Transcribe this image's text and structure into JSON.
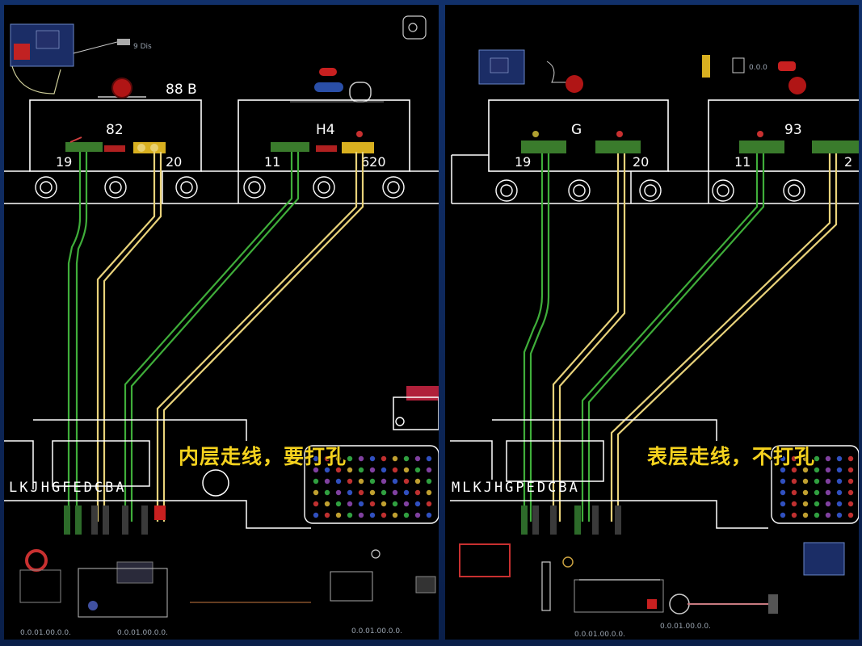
{
  "left_panel": {
    "caption": "内层走线，要打孔",
    "module_left": {
      "label": "82",
      "pin_start": "19",
      "pin_end": "20"
    },
    "module_right": {
      "label": "H4",
      "pin_start": "11",
      "pin_end": "620"
    },
    "top_label": "88 B",
    "pin_labels": "LKJHGFEDCBA"
  },
  "right_panel": {
    "caption": "表层走线，不打孔",
    "module_left": {
      "label": "G",
      "pin_start": "19",
      "pin_end": "20"
    },
    "module_right": {
      "label": "93",
      "pin_start": "11",
      "pin_end": "2"
    },
    "pin_labels": "MLKJHGPEDCBA"
  },
  "colors": {
    "background": "#000000",
    "frame": "#0f2a5e",
    "outline": "#ffffff",
    "trace_green": "#3fae3a",
    "trace_yellow": "#e8d27a",
    "caption": "#f5d21e"
  }
}
